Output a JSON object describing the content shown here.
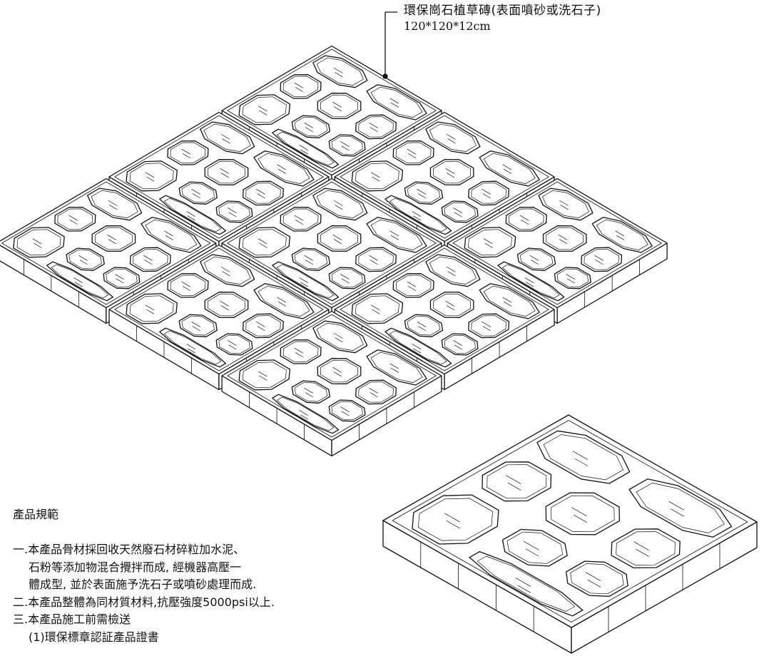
{
  "callout": {
    "name": "環保崗石植草磚(表面噴砂或洗石子)",
    "size": "120*120*12cm"
  },
  "spec": {
    "title": "產品規範",
    "lines": [
      "一.本產品骨材採回收天然廢石材碎粒加水泥、",
      "石粉等添加物混合攪拌而成, 經機器高壓一",
      "體成型, 並於表面施予洗石子或噴砂處理而成.",
      "二.本產品整體為同材質材料,抗壓強度5000psi以上.",
      "三.本產品施工前需檢送",
      "(1)環保標章認証產品證書"
    ]
  },
  "colors": {
    "line": "#111111",
    "background": "#ffffff"
  }
}
